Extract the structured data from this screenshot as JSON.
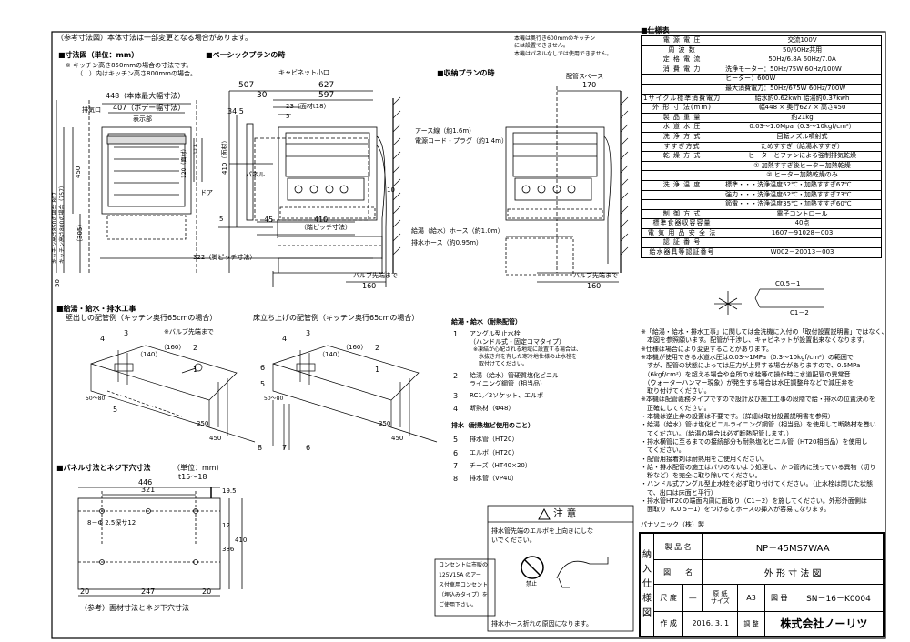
{
  "top": {
    "note": "（参考寸法図）本体寸法は一部変更となる場合があります。",
    "section_title": "■寸法図（単位：mm）",
    "kitchen_note1": "※ キッチン高さ850mmの場合の寸法です。",
    "kitchen_note2": "（　）内はキッチン高さ800mmの場合。",
    "basic_plan": "■ベーシックプランの時",
    "storage_plan": "■収納プランの時",
    "kitchen_depth_note1": "本機は奥行き600mmのキッチン",
    "kitchen_depth_note2": "には設置できません。",
    "kitchen_depth_note3": "本機はパネルなしでは使用できません。"
  },
  "dims": {
    "d448": "448（本体最大幅寸法）",
    "d407": "407（ボデー幅寸法）",
    "hyoji": "表示部",
    "haiki": "排気口",
    "door": "ドア",
    "panel": "パネル",
    "d507": "507",
    "d627": "627",
    "d597": "597",
    "d30": "30",
    "d23": "23（面材t18）",
    "d5": "5",
    "d345": "34.5",
    "cab": "キャビネット小口",
    "d410v": "410（面材）",
    "d120": "120（面材）",
    "d111": "111",
    "d45": "45",
    "d410": "410",
    "fumikiri": "（踏ピッチ寸法）",
    "d322": "322（脚ピッチ寸法）",
    "d5b": "5",
    "d10": "10",
    "d50": "50",
    "d807": "キッチン高さ850の場合 807",
    "d757": "キッチン高さ800の場合（757）",
    "d450": "450",
    "d305": "（305）",
    "earth": "アース線（約1.6m）",
    "cord": "電源コード・プラグ（約1.4m）",
    "supply": "給湯（給水）ホース（約1.0m）",
    "drain": "排水ホース（約0.95m）",
    "valve1": "バルブ先端まで",
    "d160a": "160",
    "space": "配管スペース",
    "d170": "170",
    "valve2": "バルブ先端まで",
    "d160b": "160"
  },
  "plumbing": {
    "title": "■給湯・給水・排水工事",
    "wall_title": "壁出しの配管例（キッチン奥行65cmの場合）",
    "floor_title": "床立ち上げの配管例（キッチン奥行65cmの場合）",
    "valve_note": "※バルブ先端まで",
    "p140": "（140）",
    "p160": "（160）",
    "p350": "350",
    "p450": "450",
    "p5080": "50～80",
    "n1": "1",
    "n2": "2",
    "n3": "3",
    "n4": "4",
    "n5": "5",
    "n6": "6",
    "n7": "7",
    "n8": "8",
    "legend_title": "給湯・給水（耐熱配管）",
    "l1a": "アングル型止水栓",
    "l1b": "（ハンドル式・固定コマタイプ）",
    "l1c": "※凍結が心配される地域に設置する場合は、",
    "l1d": "水抜き弁を有した寒冷地仕様の止水栓を",
    "l1e": "取付けてください。",
    "l2a": "給湯（給水）管硬質塩化ビニル",
    "l2b": "ライニング鋼管（相当品）",
    "l3": "RC1／2ソケット、エルボ",
    "l4": "断熱材（Φ48）",
    "drain_title": "排水（耐熱塩ビ使用のこと）",
    "l5": "排水管（HT20）",
    "l6": "エルボ（HT20）",
    "l7": "チーズ（HT40×20）",
    "l8": "排水管（VP40）"
  },
  "panel": {
    "title": "■パネル寸法とネジ下穴寸法",
    "unit": "（単位：mm）",
    "t": "t15～18",
    "w446": "446",
    "w321": "321",
    "h195": "19.5",
    "h12": "12",
    "h386": "386",
    "h410": "410",
    "holes": "8－Φ 2.5深サ12",
    "b20a": "20",
    "b247": "247",
    "b20b": "20",
    "caption": "（参考）面材寸法とネジ下穴寸法"
  },
  "outlet": {
    "l1": "コンセントは市販の",
    "l2": "125V15A のアー",
    "l3": "ス付車用コンセント",
    "l4": "（埋込みタイプ）を",
    "l5": "ご使用下さい。"
  },
  "caution": {
    "title": "注 意",
    "text1": "排水管先端のエルボを上向きにしな",
    "text2": "いでください。",
    "ban": "禁止",
    "bottom": "排水ホース折れの原因になります。"
  },
  "spec": {
    "title": "■仕様表",
    "rows": [
      [
        "電 源 電 圧",
        "交流100V"
      ],
      [
        "周 波 数",
        "50/60Hz共用"
      ],
      [
        "定 格 電 流",
        "50Hz/6.8A  60Hz/7.0A"
      ],
      [
        "消 費 電 力",
        "洗浄モーター：50Hz/75W  60Hz/100W"
      ],
      [
        "",
        "ヒーター：600W"
      ],
      [
        "",
        "最大消費電力：50Hz/675W  60Hz/700W"
      ],
      [
        "1サイクル標準消費電力",
        "給水約0.62kwh  給湯約0.37kwh"
      ],
      [
        "外 形 寸 法(mm)",
        "幅448 × 奥行627 × 高さ450"
      ],
      [
        "製 品 重 量",
        "約21kg"
      ],
      [
        "水 道 水 圧",
        "0.03～1.0Mpa（0.3～10kgf/cm²）"
      ],
      [
        "洗 浄 方 式",
        "回転ノズル噴射式"
      ],
      [
        "すすぎ方式",
        "ためすすぎ（給湯水すすぎ）"
      ],
      [
        "乾 燥 方 式",
        "ヒーターとファンによる強制排気乾燥"
      ],
      [
        "",
        "① 加熱すすぎ後ヒーター加熱乾燥"
      ],
      [
        "",
        "② ヒーター加熱乾燥のみ"
      ],
      [
        "洗 浄 温 度",
        "標準・・・洗浄温度52℃・加熱すすぎ67℃"
      ],
      [
        "",
        "強力・・・洗浄温度62℃・加熱すすぎ73℃"
      ],
      [
        "",
        "節電・・・洗浄温度35℃・加熱すすぎ60℃"
      ],
      [
        "制 御 方 式",
        "電子コントロール"
      ],
      [
        "標準食器収容容量",
        "40点"
      ],
      [
        "電 気 用 品 安 全 法",
        "1607－91028－003"
      ],
      [
        "認 証 番 号",
        ""
      ],
      [
        "給水器具等認証番号",
        "W002－20013－003"
      ]
    ]
  },
  "valve_fig": {
    "c051": "C0.5－1",
    "c12": "C1－2"
  },
  "notes": [
    "※「給湯・給水・排水工事」に関しては金洗機に入付の「取付設置説明書」ではなく、",
    "　本図を参照願います。配管が干渉し、キャビネットが設置出来なくなります。",
    "※仕様は場合により変更することがあります。",
    "※本機が使用できる水道水圧は0.03～1MPa（0.3～10kgf/cm²）の範囲で",
    "　すが、配管の状態によっては圧力が上昇する場合がありますので、0.6MPa",
    "　（6kgf/cm²）を超える場合や台所の水栓等の操作時に水道配管の異常音",
    "　（ウォーターハンマー現象）が発生する場合は水圧調整弁などで減圧弁を",
    "　取り付けてください。",
    "※本機は配管義務タイプですので設計及び施工工事の段階で給・排水の位置決めを",
    "　正確にしてください。",
    "・本機は逆止弁の設置は不要です。（詳細は取付設置説明書を参照）",
    "・給湯（給水）管は塩化ビニルライニング鋼管（相当品）を使用して断熱材を巻い",
    "　てください。（給湯の場合は必ず断熱配管します。）",
    "・排水横管に至るまでの接続部分も耐熱塩化ビニル管（HT20相当品）を使用し",
    "　てください。",
    "・配管用接着剤は耐熱用をご使用ください。",
    "・給・排水配管の施工はバリのないよう処理し、かつ管内に残っている異物（切り",
    "　粉など）を完全に取り除いてください。",
    "・ハンドル式アングル型止水栓を必ず取り付けてください。（止水栓は閉じた状態",
    "　で、出口は床面と平行）",
    "・排水管HT20の端面内周に面取り（C1－2）を施してください。外形外面側は",
    "　面取り（C0.5－1）をつけるとホースの挿入が容易になります。"
  ],
  "maker_note": "パナソニック（株）製",
  "titleblock": {
    "side": [
      "納",
      "入",
      "仕",
      "様",
      "図"
    ],
    "product_label": "製 品 名",
    "product": "NP－45MS7WAA",
    "fig_label": "図　　名",
    "fig": "外 形 寸 法 図",
    "scale_label": "尺 度",
    "scale": "―",
    "paper_label1": "原 紙",
    "paper_label2": "サイズ",
    "paper": "A3",
    "num_label": "図 番",
    "num": "SN－16－K0004",
    "date_label": "作 成",
    "date": "2016. 3. 1",
    "adj_label": "調 整",
    "company": "株式会社ノーリツ"
  }
}
